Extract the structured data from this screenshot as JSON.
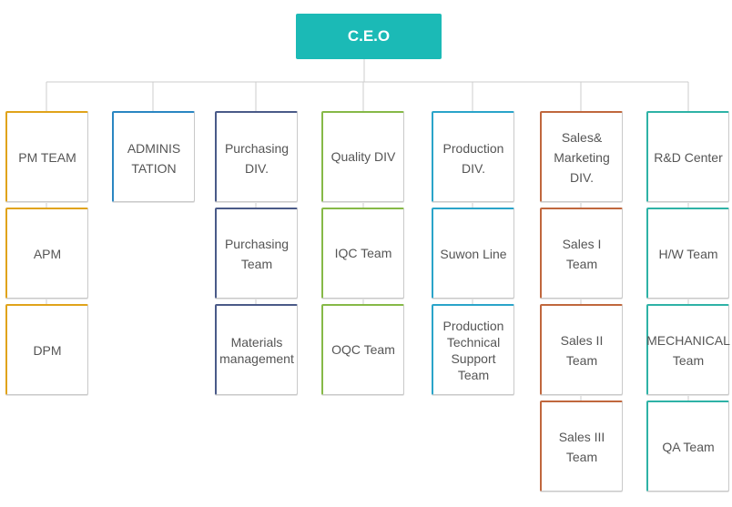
{
  "ceo": {
    "label": "C.E.O"
  },
  "colors": {
    "ceo_bg": "#1bbab6",
    "line": "#cccccc",
    "gold": "#e0a31a",
    "blue": "#2a86c2",
    "navy": "#4a5a88",
    "green": "#86b947",
    "cyan": "#2aa4c9",
    "rust": "#c0673d",
    "teal": "#2eb2a6"
  },
  "divisions": [
    {
      "label": "PM TEAM",
      "teams": [
        {
          "label": "APM"
        },
        {
          "label": "DPM"
        }
      ]
    },
    {
      "label": "ADMINIS\nTATION",
      "teams": []
    },
    {
      "label": "Purchasing\nDIV.",
      "teams": [
        {
          "label": "Purchasing\nTeam"
        },
        {
          "label": "Materials\nmanagement"
        }
      ]
    },
    {
      "label": "Quality DIV",
      "teams": [
        {
          "label": "IQC Team"
        },
        {
          "label": "OQC Team"
        }
      ]
    },
    {
      "label": "Production\nDIV.",
      "teams": [
        {
          "label": "Suwon Line"
        },
        {
          "label": "Production\nTechnical\nSupport\nTeam"
        }
      ]
    },
    {
      "label": "Sales&\nMarketing\nDIV.",
      "teams": [
        {
          "label": "Sales I\nTeam"
        },
        {
          "label": "Sales II\nTeam"
        },
        {
          "label": "Sales III\nTeam"
        }
      ]
    },
    {
      "label": "R&D Center",
      "teams": [
        {
          "label": "H/W Team"
        },
        {
          "label": "MECHANICAL\nTeam"
        },
        {
          "label": "QA Team"
        }
      ]
    }
  ]
}
